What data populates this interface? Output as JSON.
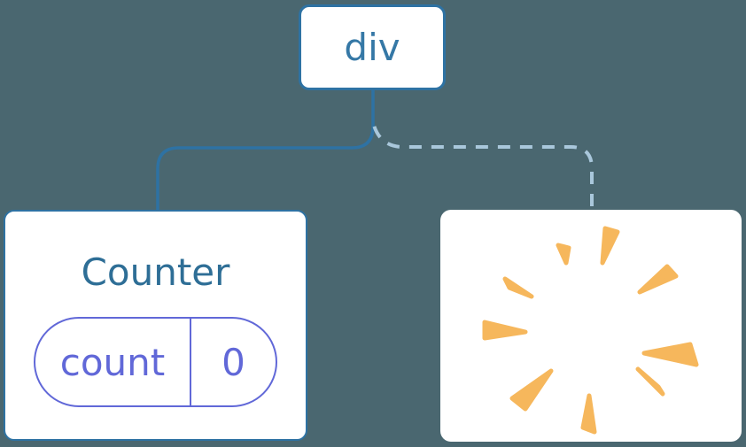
{
  "diagram": {
    "description": "component-tree-diagram",
    "root_node": {
      "label": "div"
    },
    "counter_card": {
      "title": "Counter",
      "state_pill": {
        "key": "count",
        "value": "0"
      }
    },
    "removed_card": {
      "icon": "poof-sparks-icon"
    },
    "links": {
      "solid": "div-to-counter",
      "dashed": "div-to-removed"
    }
  },
  "colors": {
    "background": "#4a6770",
    "card_bg": "#ffffff",
    "node_border": "#2e72a3",
    "node_text": "#3578a6",
    "counter_title": "#2e6e96",
    "pill_accent": "#6168d8",
    "solid_link": "#2e72a3",
    "dashed_link": "#a9c7db",
    "spark": "#f6b75c"
  }
}
